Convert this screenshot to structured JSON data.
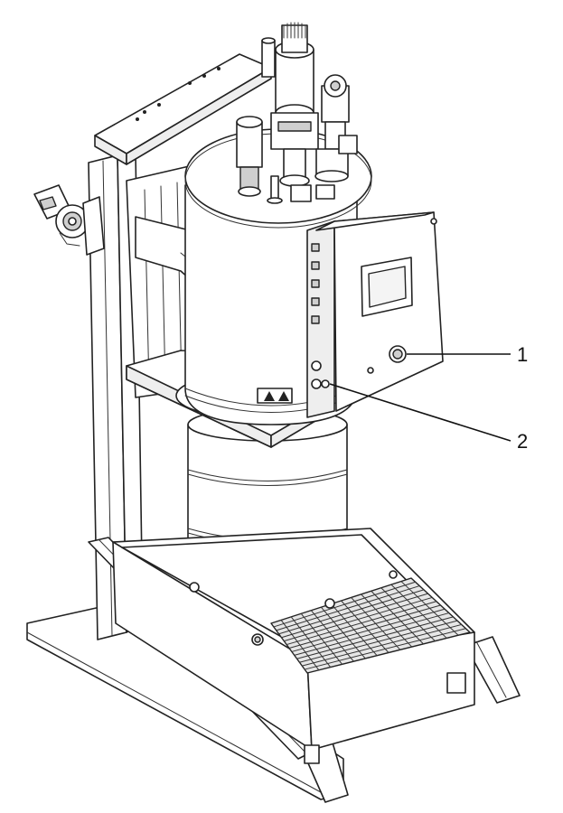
{
  "callouts": [
    {
      "id": "1",
      "label": "1"
    },
    {
      "id": "2",
      "label": "2"
    }
  ],
  "colors": {
    "line": "#222222",
    "fill": "#ffffff",
    "shade": "#cfcfcf"
  },
  "icons": [
    "warning-triangle-icon",
    "hand-crush-warning-icon"
  ]
}
